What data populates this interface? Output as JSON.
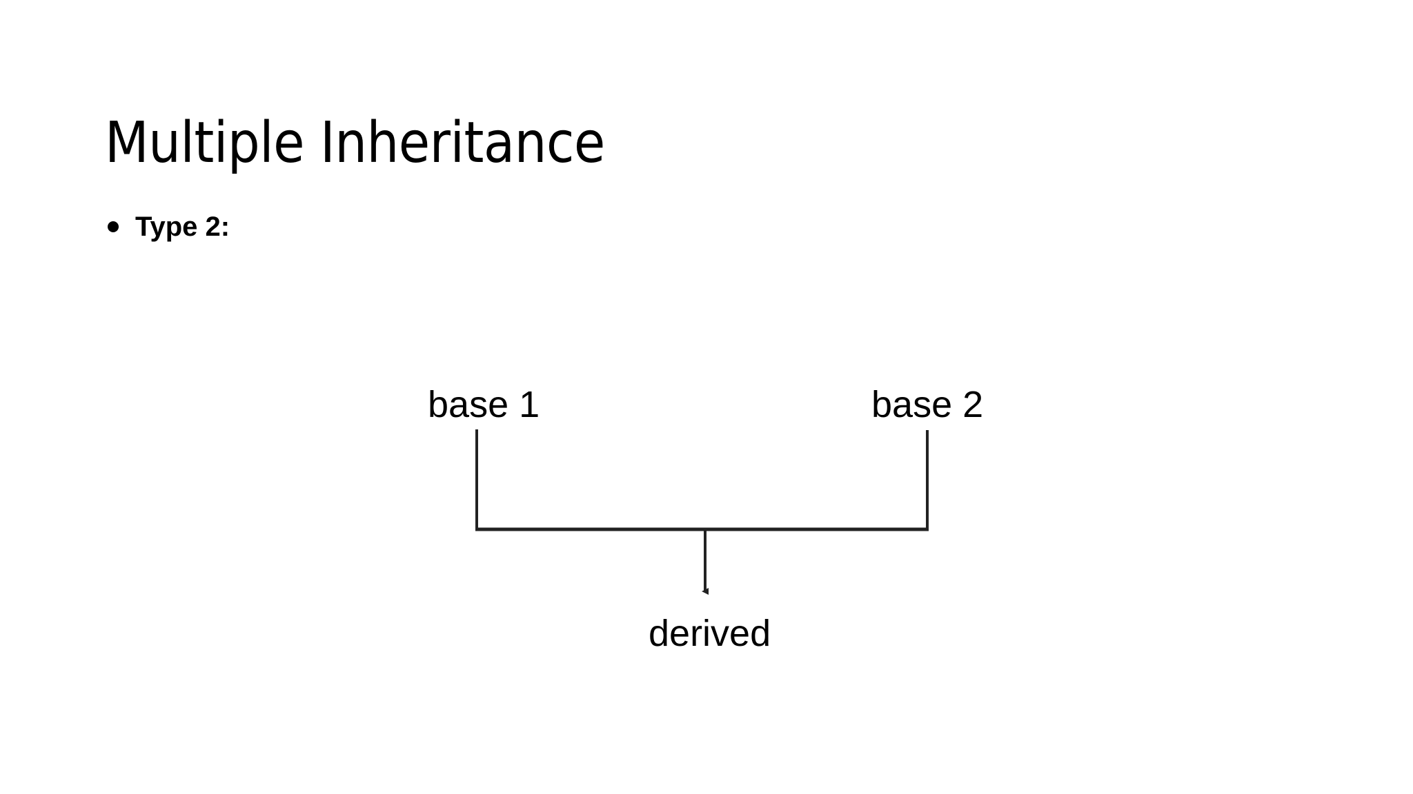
{
  "slide": {
    "title": "Multiple Inheritance",
    "background_color": "#ffffff",
    "text_color": "#000000"
  },
  "body": {
    "bullets": [
      {
        "marker": "bullet-dot",
        "text": "Type 2:"
      }
    ]
  },
  "diagram": {
    "type": "inheritance-hierarchy",
    "line_color": "#222222",
    "nodes": [
      {
        "id": "base-1",
        "label": "base 1"
      },
      {
        "id": "base-2",
        "label": "base 2"
      },
      {
        "id": "derived",
        "label": "derived"
      }
    ],
    "edges": [
      {
        "from": "base-1",
        "to": "derived",
        "arrowhead": false
      },
      {
        "from": "base-2",
        "to": "derived",
        "arrowhead": false
      },
      {
        "from": "junction",
        "to": "derived",
        "arrowhead": true
      }
    ]
  }
}
